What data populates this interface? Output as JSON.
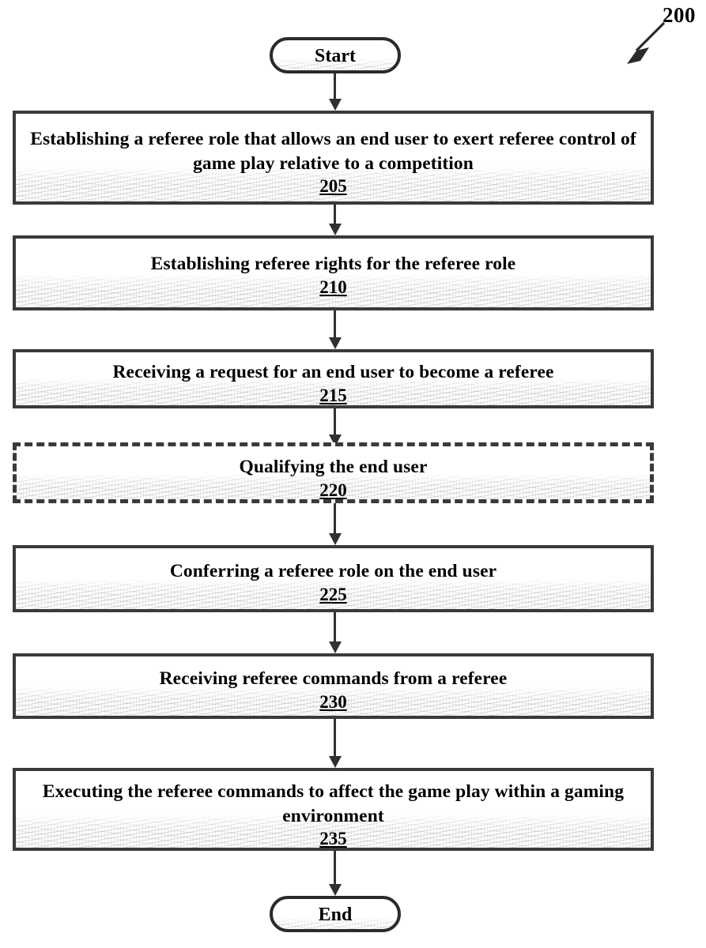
{
  "figure": {
    "reference_number": "200",
    "callout_icon": "diagonal-arrow-icon"
  },
  "nodes": {
    "start": {
      "label": "Start",
      "shape": "terminal"
    },
    "end": {
      "label": "End",
      "shape": "terminal"
    }
  },
  "steps": [
    {
      "id": "step-205",
      "text": "Establishing a referee role that allows an end user to exert referee control of game play relative to a competition",
      "number": "205",
      "style": "solid"
    },
    {
      "id": "step-210",
      "text": "Establishing referee rights for the referee role",
      "number": "210",
      "style": "solid"
    },
    {
      "id": "step-215",
      "text": "Receiving a request for an end user to become a referee",
      "number": "215",
      "style": "solid"
    },
    {
      "id": "step-220",
      "text": "Qualifying the end user",
      "number": "220",
      "style": "dashed"
    },
    {
      "id": "step-225",
      "text": "Conferring a referee role on the end user",
      "number": "225",
      "style": "solid"
    },
    {
      "id": "step-230",
      "text": "Receiving referee commands from a referee",
      "number": "230",
      "style": "solid"
    },
    {
      "id": "step-235",
      "text": "Executing the referee commands to affect the game play within a gaming environment",
      "number": "235",
      "style": "solid"
    }
  ],
  "connectors": [
    {
      "id": "connector-start-205",
      "from": "start",
      "to": "step-205",
      "icon": "down-arrow-icon"
    },
    {
      "id": "connector-205-210",
      "from": "step-205",
      "to": "step-210",
      "icon": "down-arrow-icon"
    },
    {
      "id": "connector-210-215",
      "from": "step-210",
      "to": "step-215",
      "icon": "down-arrow-icon"
    },
    {
      "id": "connector-215-220",
      "from": "step-215",
      "to": "step-220",
      "icon": "down-arrow-icon"
    },
    {
      "id": "connector-220-225",
      "from": "step-220",
      "to": "step-225",
      "icon": "down-arrow-icon"
    },
    {
      "id": "connector-225-230",
      "from": "step-225",
      "to": "step-230",
      "icon": "down-arrow-icon"
    },
    {
      "id": "connector-230-235",
      "from": "step-230",
      "to": "step-235",
      "icon": "down-arrow-icon"
    },
    {
      "id": "connector-235-end",
      "from": "step-235",
      "to": "end",
      "icon": "down-arrow-icon"
    }
  ],
  "colors": {
    "stroke": "#3a3a3a",
    "terminal_stroke": "#2b2b2b",
    "arrow": "#303030",
    "text": "#000000",
    "background": "#ffffff"
  }
}
